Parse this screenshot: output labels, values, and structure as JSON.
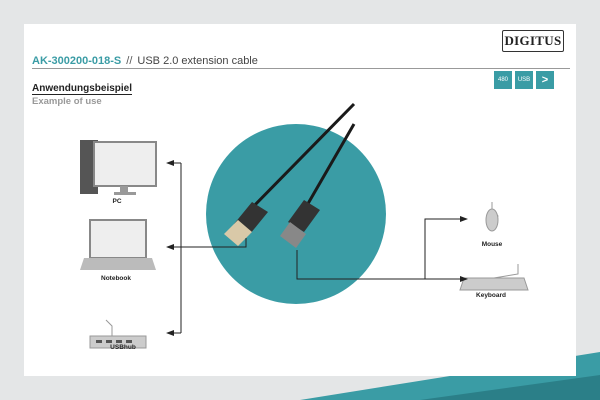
{
  "brand": {
    "logo": "DIGITUS"
  },
  "header": {
    "product_code": "AK-300200-018-S",
    "separator": "//",
    "product_name": "USB 2.0 extension cable"
  },
  "badges": [
    {
      "icon": "480-mbits-icon",
      "text": "480"
    },
    {
      "icon": "usb-icon",
      "text": "USB"
    },
    {
      "icon": "plug-and-play-icon",
      "text": ">"
    }
  ],
  "section": {
    "heading_de": "Anwendungsbeispiel",
    "heading_en": "Example of use"
  },
  "devices": {
    "pc": "PC",
    "notebook": "Notebook",
    "hub": "USBhub",
    "mouse": "Mouse",
    "keyboard": "Keyboard"
  },
  "colors": {
    "accent": "#3a9ca5",
    "background": "#e4e6e7"
  }
}
